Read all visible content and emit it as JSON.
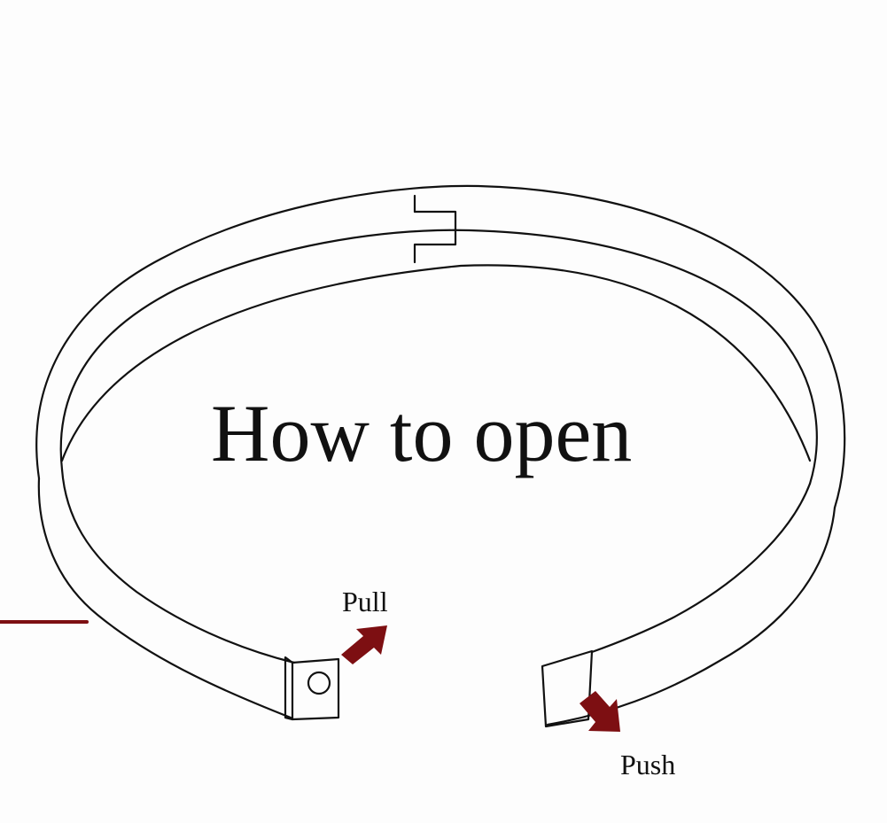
{
  "diagram": {
    "title": "How to open",
    "labels": {
      "pull": "Pull",
      "push": "Push"
    },
    "colors": {
      "line": "#111111",
      "accent": "#7d0f12",
      "background": "#fdfdfd"
    },
    "icons": {
      "pull_arrow": "arrow-up-right-icon",
      "push_arrow": "arrow-down-right-icon",
      "clasp": "clasp-icon"
    }
  }
}
